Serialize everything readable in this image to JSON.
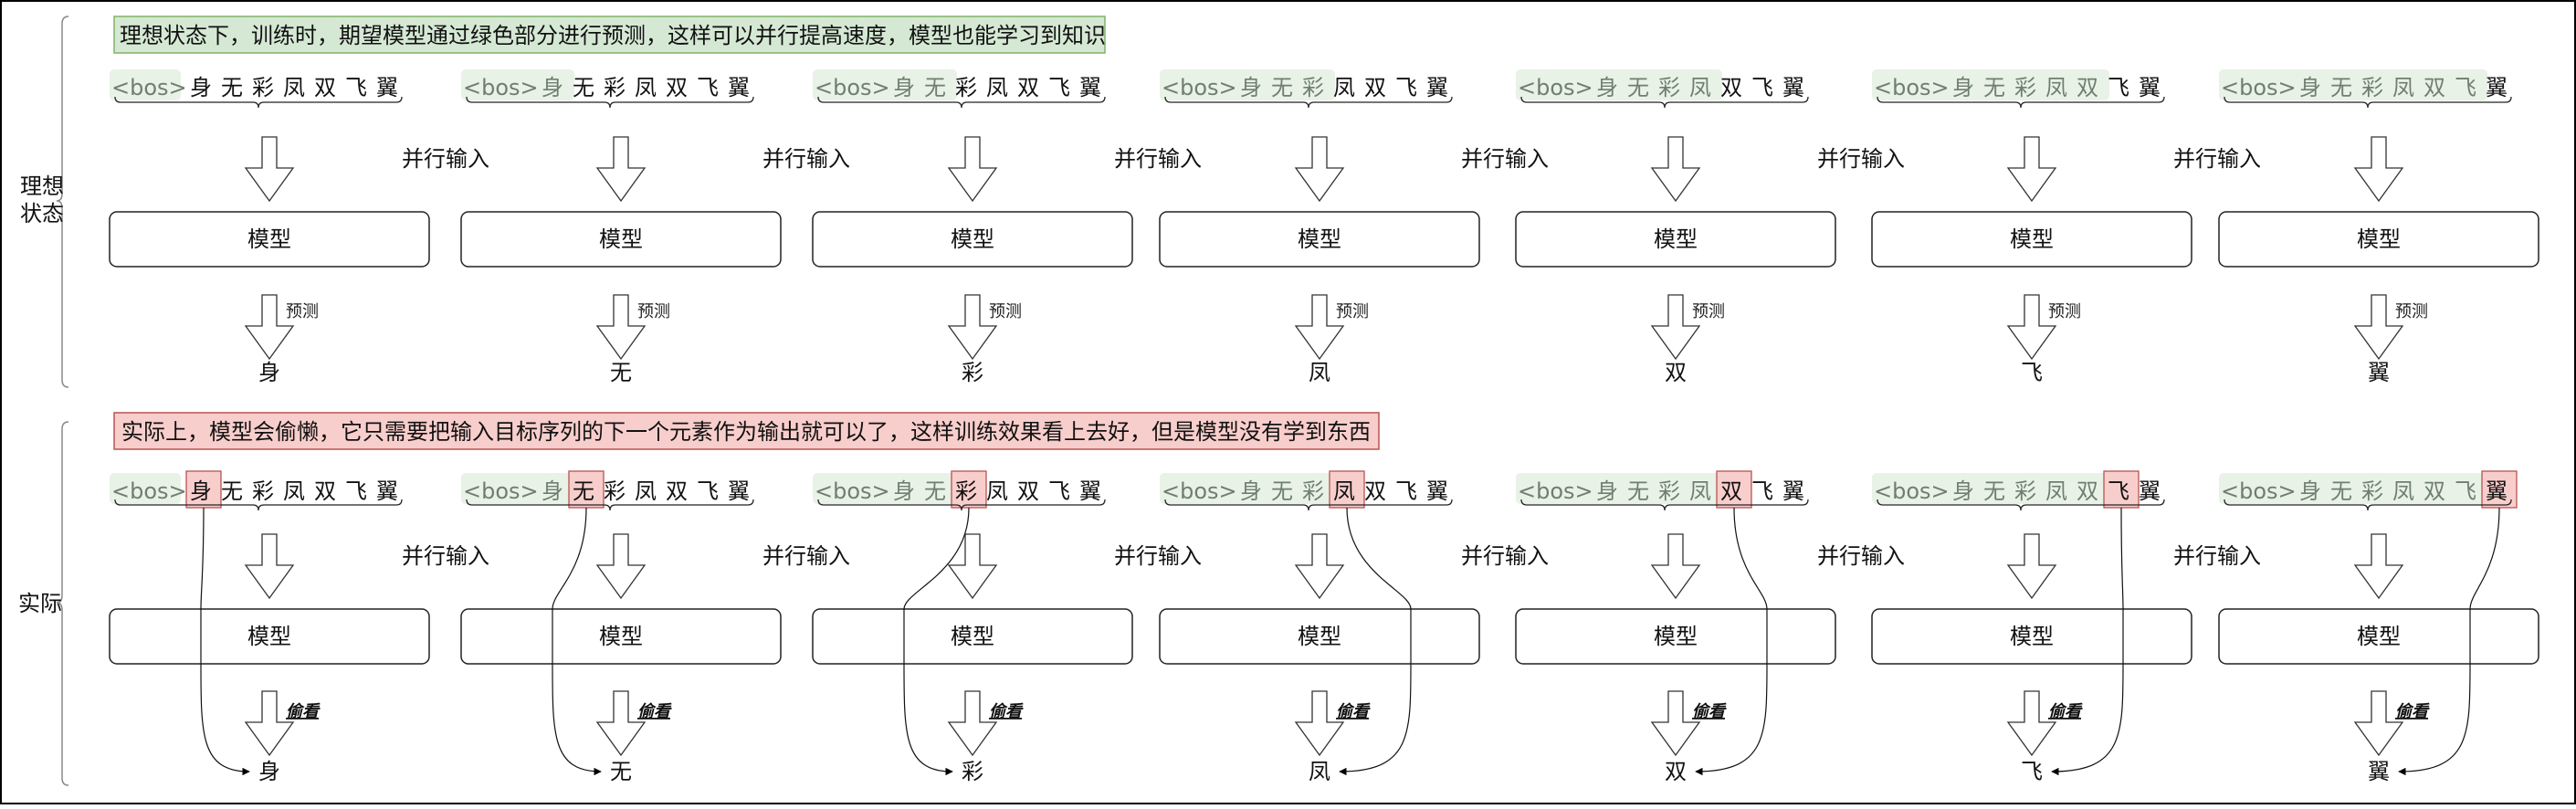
{
  "colors": {
    "green_fill": "#d5e8d4",
    "green_stroke": "#82b366",
    "context_fill": "#e8f2e6",
    "red_fill": "#f8cecc",
    "red_stroke": "#b85450",
    "line": "#000000",
    "bracket": "#888888"
  },
  "ideal": {
    "side_label_lines": [
      "理想",
      "状态"
    ],
    "note": "理想状态下，训练时，期望模型通过绿色部分进行预测，这样可以并行提高速度，模型也能学习到知识",
    "arrow_label": "预测"
  },
  "actual": {
    "side_label_lines": [
      "实际"
    ],
    "note": "实际上，模型会偷懒，它只需要把输入目标序列的下一个元素作为输出就可以了，这样训练效果看上去好，但是模型没有学到东西",
    "arrow_label": "偷看"
  },
  "sequence": [
    "<bos>",
    "身",
    "无",
    "彩",
    "凤",
    "双",
    "飞",
    "翼"
  ],
  "targets": [
    "身",
    "无",
    "彩",
    "凤",
    "双",
    "飞",
    "翼"
  ],
  "model_label": "模型",
  "parallel_label": "并行输入",
  "steps": 7
}
